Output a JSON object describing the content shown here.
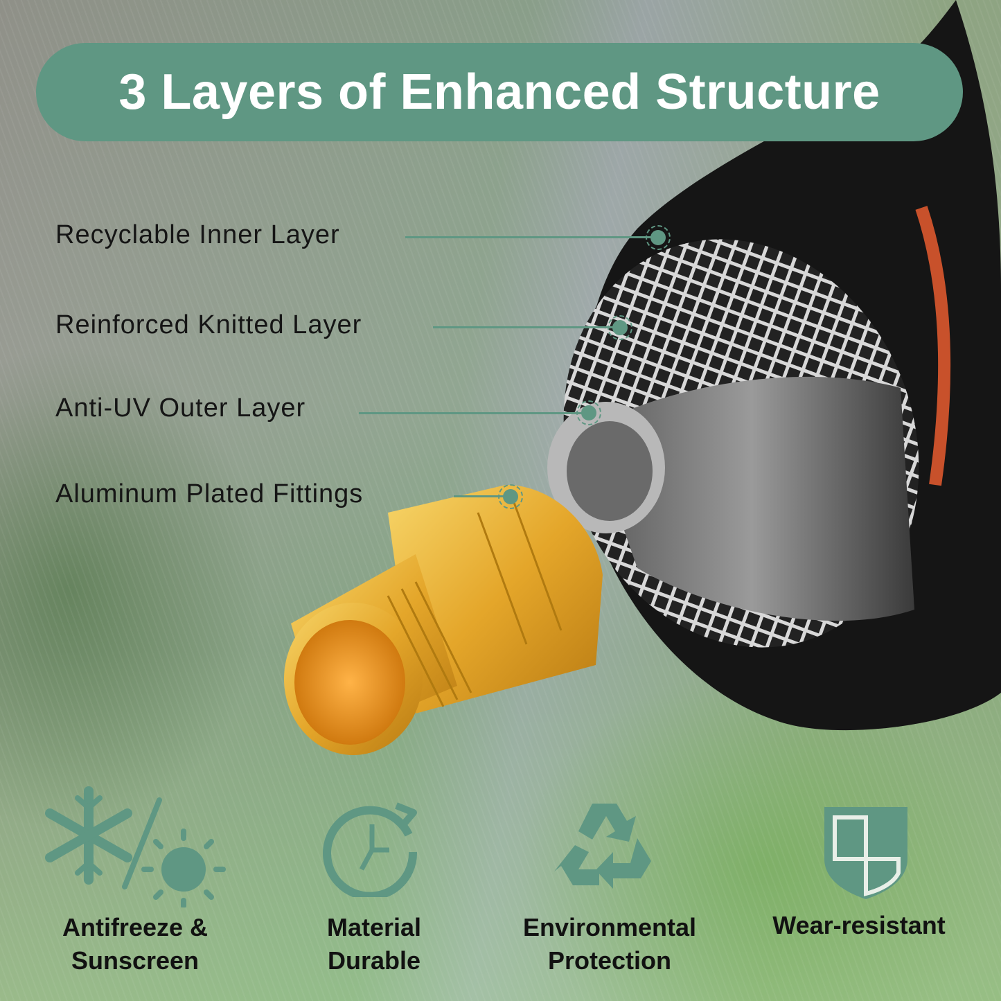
{
  "title": "3 Layers of Enhanced Structure",
  "colors": {
    "accent": "#5f9783",
    "title_text": "#ffffff",
    "label_text": "#151515",
    "brass": "#e6a82a",
    "hose_black": "#1a1a1a",
    "hose_orange": "#c8512b"
  },
  "callouts": [
    {
      "label": "Recyclable Inner Layer"
    },
    {
      "label": "Reinforced Knitted Layer"
    },
    {
      "label": "Anti-UV Outer Layer"
    },
    {
      "label": "Aluminum Plated Fittings"
    }
  ],
  "features": [
    {
      "icon": "snowflake-sun-icon",
      "line1": "Antifreeze &",
      "line2": "Sunscreen"
    },
    {
      "icon": "clock-cycle-icon",
      "line1": "Material",
      "line2": "Durable"
    },
    {
      "icon": "recycle-icon",
      "line1": "Environmental",
      "line2": "Protection"
    },
    {
      "icon": "shield-icon",
      "line1": "Wear-resistant",
      "line2": ""
    }
  ]
}
